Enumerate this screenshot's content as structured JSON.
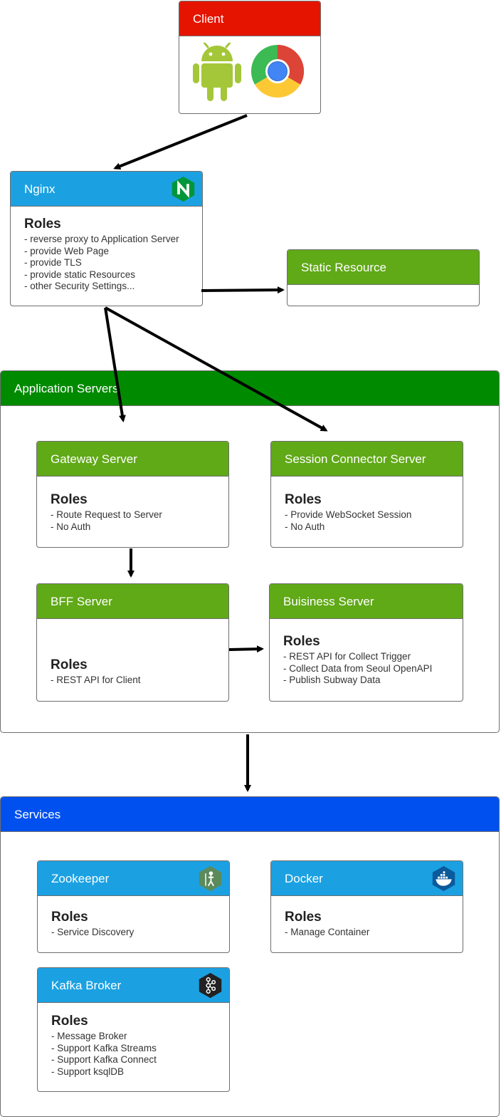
{
  "colors": {
    "client_header": "#e51400",
    "blue_header": "#1ba1e2",
    "green_header": "#60a917",
    "dark_green_header": "#008a00",
    "services_header": "#0050ef"
  },
  "client": {
    "title": "Client",
    "icons": [
      "android-icon",
      "chrome-icon"
    ]
  },
  "nginx": {
    "title": "Nginx",
    "icon": "nginx-icon",
    "roles_title": "Roles",
    "roles": [
      "- reverse proxy to Application Server",
      "- provide Web Page",
      "- provide TLS",
      "- provide static Resources",
      "- other Security Settings..."
    ]
  },
  "static_resource": {
    "title": "Static Resource"
  },
  "application_servers": {
    "title": "Application Servers",
    "gateway": {
      "title": "Gateway Server",
      "roles_title": "Roles",
      "roles": [
        "- Route Request to Server",
        "- No Auth"
      ]
    },
    "session_connector": {
      "title": "Session Connector Server",
      "roles_title": "Roles",
      "roles": [
        "- Provide WebSocket Session",
        "- No Auth"
      ]
    },
    "bff": {
      "title": "BFF Server",
      "roles_title": "Roles",
      "roles": [
        "- REST API for Client"
      ]
    },
    "business": {
      "title": "Buisiness Server",
      "roles_title": "Roles",
      "roles": [
        "- REST API for Collect Trigger",
        "- Collect Data from Seoul OpenAPI",
        "- Publish Subway Data"
      ]
    }
  },
  "services": {
    "title": "Services",
    "zookeeper": {
      "title": "Zookeeper",
      "icon": "zookeeper-icon",
      "roles_title": "Roles",
      "roles": [
        "- Service Discovery"
      ]
    },
    "docker": {
      "title": "Docker",
      "icon": "docker-icon",
      "roles_title": "Roles",
      "roles": [
        "- Manage Container"
      ]
    },
    "kafka": {
      "title": "Kafka Broker",
      "icon": "kafka-icon",
      "roles_title": "Roles",
      "roles": [
        "- Message Broker",
        "- Support Kafka Streams",
        "- Support Kafka Connect",
        "- Support ksqlDB"
      ]
    }
  }
}
